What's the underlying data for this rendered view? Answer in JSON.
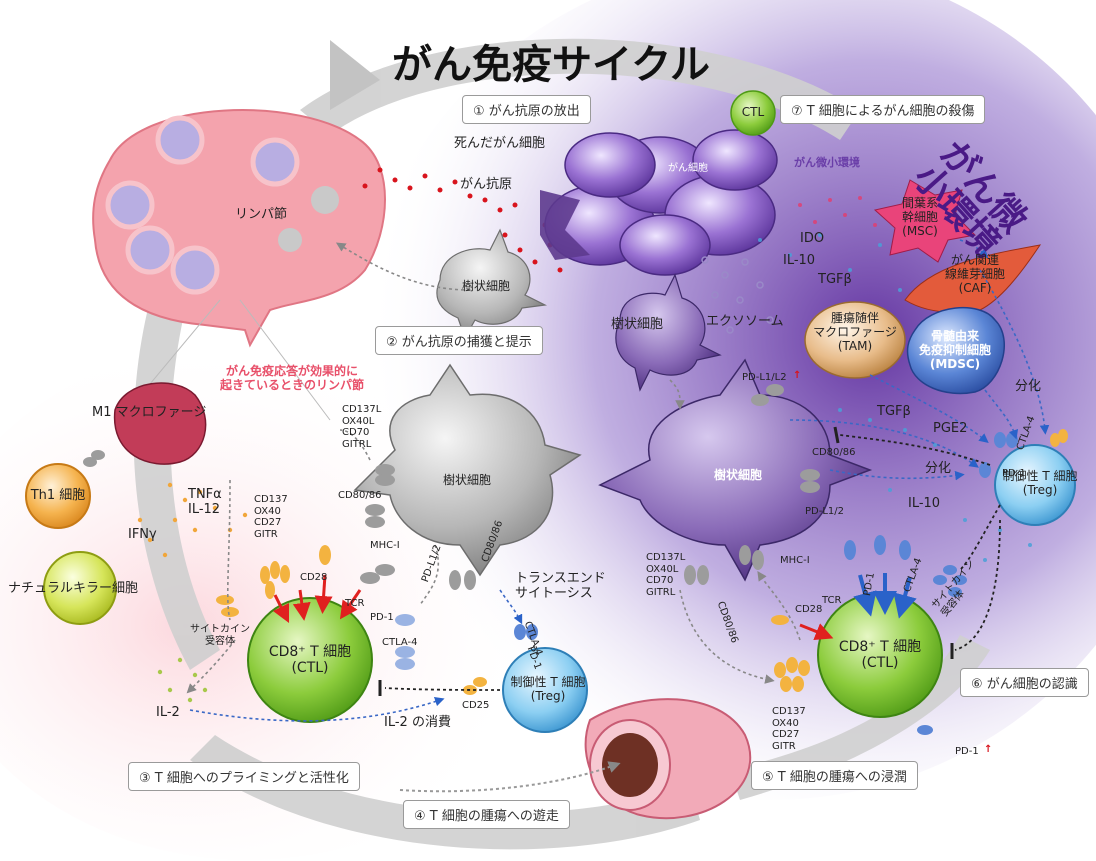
{
  "title": "がん免疫サイクル",
  "tme_title": "がん微小環境",
  "steps": {
    "s1": "① がん抗原の放出",
    "s2": "② がん抗原の捕獲と提示",
    "s3": "③ T 細胞へのプライミングと活性化",
    "s4": "④ T 細胞の腫瘍への遊走",
    "s5": "⑤ T 細胞の腫瘍への浸潤",
    "s6": "⑥ がん細胞の認識",
    "s7": "⑦ T 細胞によるがん細胞の殺傷"
  },
  "labels": {
    "ctl_small": "CTL",
    "dead_cancer": "死んだがん細胞",
    "cancer_antigen": "がん抗原",
    "cancer_cell": "がん細胞",
    "tme_small": "がん微小環境",
    "lymph_node": "リンパ節",
    "dc_top": "樹状細胞",
    "dc_tme_small": "樹状細胞",
    "exosome": "エクソソーム",
    "ido": "IDO",
    "il10_top": "IL-10",
    "tgfb_top": "TGFβ",
    "msc": "間葉系\n幹細胞\n(MSC)",
    "caf": "がん関連\n線維芽細胞\n(CAF)",
    "tam": "腫瘍随伴\nマクロファージ\n(TAM)",
    "mdsc": "骨髄由来\n免疫抑制細胞\n(MDSC)",
    "bunka1": "分化",
    "bunka2": "分化",
    "tgfb_mid": "TGFβ",
    "pge2": "PGE2",
    "il10_mid": "IL-10",
    "pink_caption": "がん免疫応答が効果的に\n起きているときのリンパ節",
    "m1": "M1 マクロファージ",
    "th1": "Th1 細胞",
    "nk": "ナチュラルキラー細胞",
    "tnf": "TNFα\nIL-12",
    "ifn": "IFNγ",
    "il2": "IL-2",
    "il2_consume": "IL-2 の消費",
    "dc_left": "樹状細胞",
    "dc_right": "樹状細胞",
    "ctl_left": "CD8⁺ T 細胞\n(CTL)",
    "ctl_right": "CD8⁺ T 細胞\n(CTL)",
    "treg_left": "制御性 T 細胞\n(Treg)",
    "treg_right": "制御性 T 細胞\n(Treg)",
    "trans": "トランスエンド\nサイトーシス",
    "cytokine_r_left": "サイトカイン\n受容体",
    "cytokine_r_right": "サイトカイン\n受容体",
    "ligands_left": "CD137L\nOX40L\nCD70\nGITRL",
    "ligands_right": "CD137L\nOX40L\nCD70\nGITRL",
    "costim_left": "CD137\nOX40\nCD27\nGITR",
    "costim_right": "CD137\nOX40\nCD27\nGITR",
    "cd80_l": "CD80/86",
    "cd80_l2": "CD80/86",
    "cd80_r1": "CD80/86",
    "cd80_r2": "CD80/86",
    "mhc_l": "MHC-I",
    "mhc_r": "MHC-I",
    "tcr_l": "TCR",
    "tcr_r": "TCR",
    "cd28_l": "CD28",
    "cd28_r": "CD28",
    "pdl12_l": "PD-L1/2",
    "pdl12_r": "PD-L1/2",
    "pd1_l": "PD-1",
    "pd1_r": "PD-1",
    "pd1_treg_l": "PD-1",
    "pd1_treg_r": "PD-1",
    "pd1_bottom": "PD-1",
    "ctla4_l": "CTLA-4",
    "ctla4_l2": "CTLA-4",
    "ctla4_r": "CTLA-4",
    "ctla4_treg_r": "CTLA-4",
    "cd25": "CD25",
    "pdl1l2_top": "PD-L1/L2"
  },
  "colors": {
    "ring": "#c9c9c9",
    "ctl_green": "#7cc534",
    "treg_blue": "#6fb9e8",
    "purple_env": "#6b3fb0",
    "cancer_purple": "#7a4cc0",
    "lymph_pink": "#f08c9a",
    "arrow_red": "#e0201f",
    "arrow_blue": "#2a62c9",
    "th1_orange": "#f0a43a",
    "nk_yellow": "#cfe04a",
    "m1_red": "#c23c58"
  }
}
